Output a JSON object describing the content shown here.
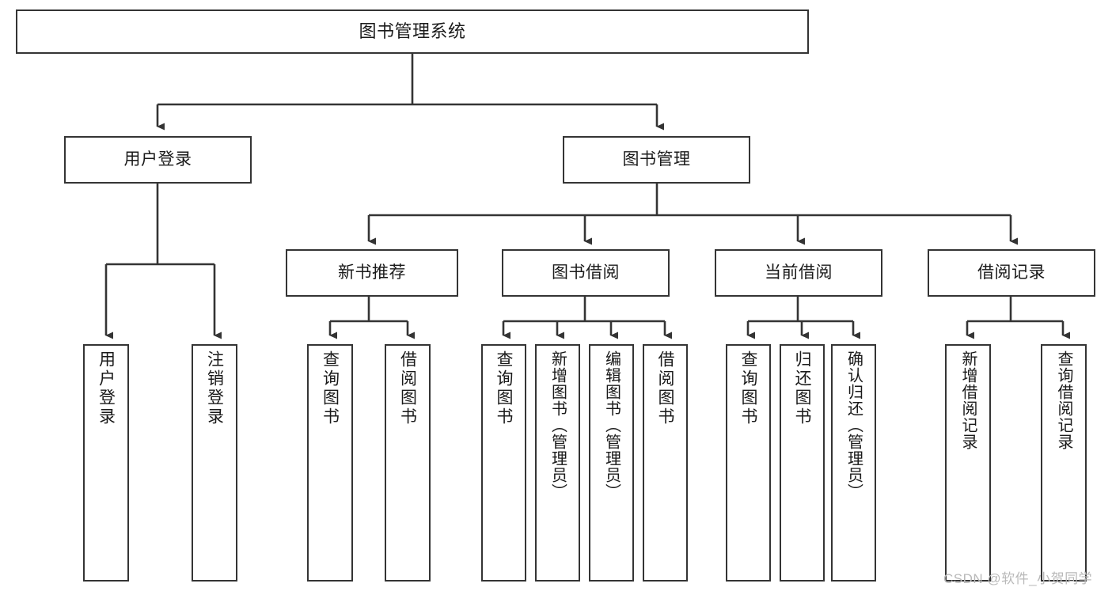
{
  "diagram": {
    "type": "tree",
    "title": "图书管理系统",
    "orientation": "top-down",
    "colors": {
      "box_border": "#343434",
      "box_fill": "#ffffff",
      "edge": "#343434",
      "text": "#1a1a1a",
      "watermark": "#b9b9b9",
      "background": "#ffffff"
    },
    "root": {
      "label": "图书管理系统"
    },
    "level2": [
      {
        "label": "用户登录"
      },
      {
        "label": "图书管理"
      }
    ],
    "level3": [
      {
        "label": "新书推荐"
      },
      {
        "label": "图书借阅"
      },
      {
        "label": "当前借阅"
      },
      {
        "label": "借阅记录"
      }
    ],
    "leaves": {
      "user_login": [
        {
          "label": "用户登录"
        },
        {
          "label": "注销登录"
        }
      ],
      "new_book": [
        {
          "label": "查询图书"
        },
        {
          "label": "借阅图书"
        }
      ],
      "book_borrow": [
        {
          "label": "查询图书"
        },
        {
          "label": "新增图书（管理员）"
        },
        {
          "label": "编辑图书（管理员）"
        },
        {
          "label": "借阅图书"
        }
      ],
      "current_borrow": [
        {
          "label": "查询图书"
        },
        {
          "label": "归还图书"
        },
        {
          "label": "确认归还（管理员）"
        }
      ],
      "borrow_record": [
        {
          "label": "新增借阅记录"
        },
        {
          "label": "查询借阅记录"
        }
      ]
    }
  },
  "watermark": {
    "text": "CSDN @软件_小贺同学"
  }
}
